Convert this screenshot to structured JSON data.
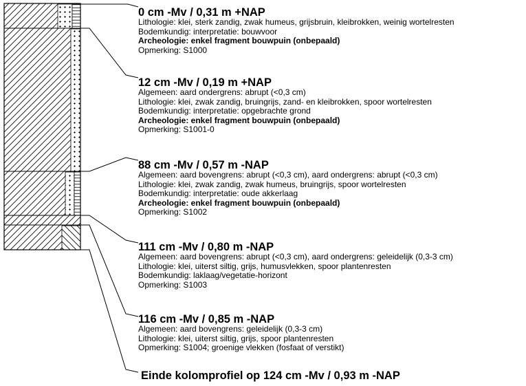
{
  "layers": [
    {
      "heading": "0 cm -Mv / 0,31 m +NAP",
      "lines": [
        {
          "text": "Lithologie: klei, sterk zandig, zwak humeus, grijsbruin, kleibrokken, weinig wortelresten",
          "bold": false
        },
        {
          "text": "Bodemkundig: interpretatie: bouwvoor",
          "bold": false
        },
        {
          "text": "Archeologie: enkel fragment bouwpuin (onbepaald)",
          "bold": true
        },
        {
          "text": "Opmerking: S1000",
          "bold": false
        }
      ]
    },
    {
      "heading": "12 cm -Mv / 0,19 m +NAP",
      "lines": [
        {
          "text": "Algemeen: aard ondergrens: abrupt (<0,3 cm)",
          "bold": false
        },
        {
          "text": "Lithologie: klei, zwak zandig, bruingrijs, zand- en kleibrokken, spoor wortelresten",
          "bold": false
        },
        {
          "text": "Bodemkundig: interpretatie: opgebrachte grond",
          "bold": false
        },
        {
          "text": "Archeologie: enkel fragment bouwpuin (onbepaald)",
          "bold": true
        },
        {
          "text": "Opmerking: S1001-0",
          "bold": false
        }
      ]
    },
    {
      "heading": "88 cm -Mv / 0,57 m -NAP",
      "lines": [
        {
          "text": "Algemeen: aard bovengrens: abrupt (<0,3 cm), aard ondergrens: abrupt (<0,3 cm)",
          "bold": false
        },
        {
          "text": "Lithologie: klei, zwak zandig, zwak humeus, bruingrijs, spoor wortelresten",
          "bold": false
        },
        {
          "text": "Bodemkundig: interpretatie: oude akkerlaag",
          "bold": false
        },
        {
          "text": "Archeologie: enkel fragment bouwpuin (onbepaald)",
          "bold": true
        },
        {
          "text": "Opmerking: S1002",
          "bold": false
        }
      ]
    },
    {
      "heading": "111 cm -Mv / 0,80 m -NAP",
      "lines": [
        {
          "text": "Algemeen: aard bovengrens: abrupt (<0,3 cm), aard ondergrens: geleidelijk (0,3-3 cm)",
          "bold": false
        },
        {
          "text": "Lithologie: klei, uiterst siltig, grijs, humusvlekken, spoor plantenresten",
          "bold": false
        },
        {
          "text": "Bodemkundig: laklaag/vegetatie-horizont",
          "bold": false
        },
        {
          "text": "Opmerking: S1003",
          "bold": false
        }
      ]
    },
    {
      "heading": "116 cm -Mv / 0,85 m -NAP",
      "lines": [
        {
          "text": "Algemeen: aard bovengrens: geleidelijk (0,3-3 cm)",
          "bold": false
        },
        {
          "text": "Lithologie: klei, uiterst siltig, grijs, spoor plantenresten",
          "bold": false
        },
        {
          "text": "Opmerking: S1004; groenige vlekken (fosfaat of verstikt)",
          "bold": false
        }
      ]
    }
  ],
  "footer": "Einde kolomprofiel op 124 cm -Mv / 0,93 m -NAP"
}
